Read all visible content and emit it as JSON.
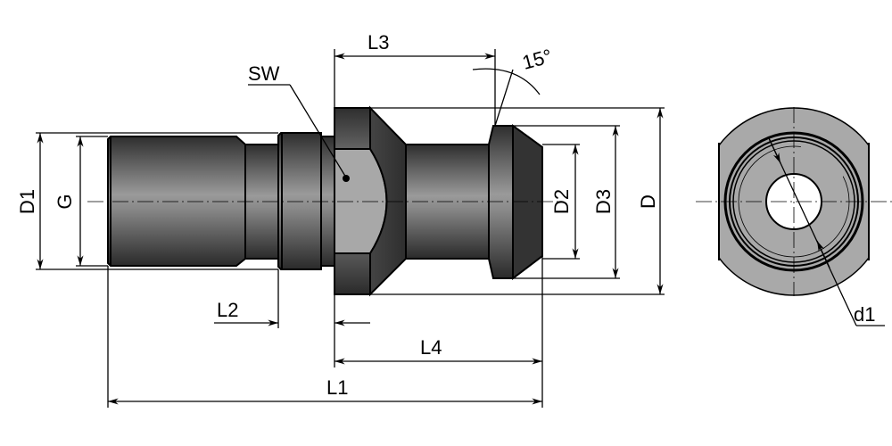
{
  "drawing": {
    "labels": {
      "D1": "D1",
      "G": "G",
      "SW": "SW",
      "L3": "L3",
      "angle": "15°",
      "D2": "D2",
      "D3": "D3",
      "D": "D",
      "L2": "L2",
      "L4": "L4",
      "L1": "L1",
      "d1": "d1"
    },
    "colors": {
      "body_dark": "#3a3a3a",
      "body_light": "#a8a8a8",
      "end_view_fill": "#a9a9a9"
    }
  }
}
